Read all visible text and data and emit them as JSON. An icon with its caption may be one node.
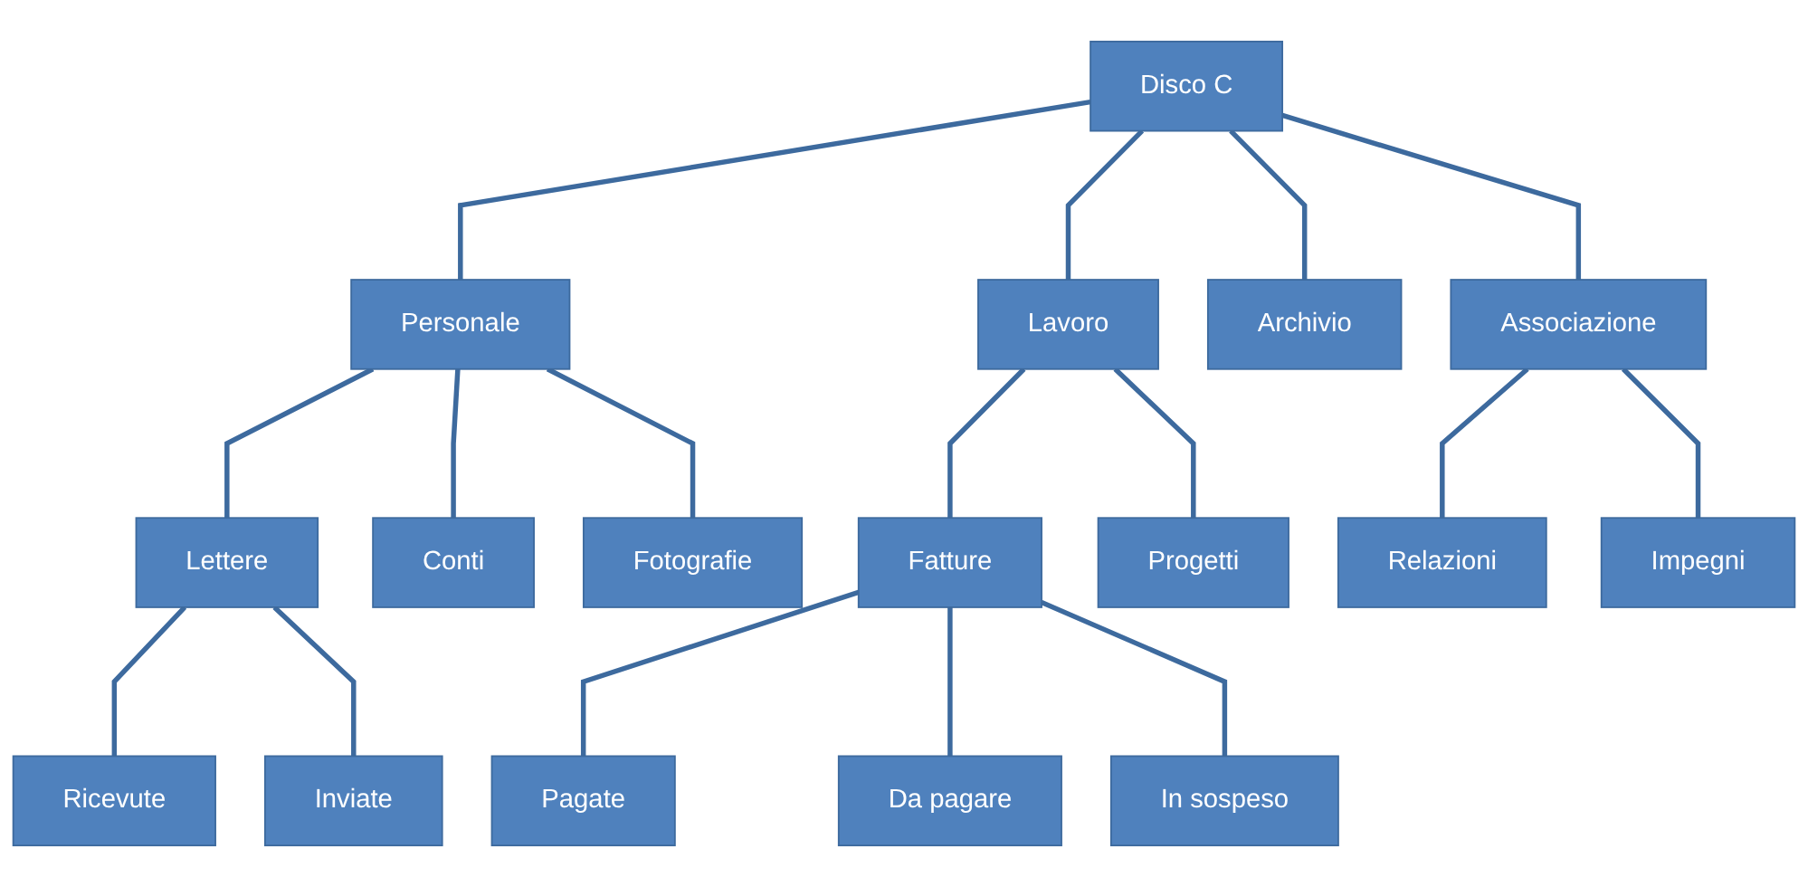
{
  "diagram": {
    "nodes": [
      {
        "text": [
          "Disco C"
        ]
      },
      {
        "text": [
          "Personale"
        ]
      },
      {
        "text": [
          "Lettere"
        ]
      },
      {
        "text": [
          "Ricevute"
        ]
      },
      {
        "text": [
          "Inviate"
        ]
      },
      {
        "text": [
          "Conti"
        ]
      },
      {
        "text": [
          "Fotografie"
        ]
      },
      {
        "text": [
          "Lavoro"
        ]
      },
      {
        "text": [
          "Fatture"
        ]
      },
      {
        "text": [
          "Pagate"
        ]
      },
      {
        "text": [
          "Da pagare"
        ]
      },
      {
        "text": [
          "In sospeso"
        ]
      },
      {
        "text": [
          "Progetti"
        ]
      },
      {
        "text": [
          "Archivio"
        ]
      },
      {
        "text": [
          "Associazione"
        ]
      },
      {
        "text": [
          "Relazioni"
        ]
      },
      {
        "text": [
          "Impegni"
        ]
      }
    ],
    "edges": [
      {
        "from": 0,
        "to": 1,
        "arrow": "none"
      },
      {
        "from": 1,
        "to": 2,
        "arrow": "none"
      },
      {
        "from": 2,
        "to": 3,
        "arrow": "none"
      },
      {
        "from": 2,
        "to": 4,
        "arrow": "none"
      },
      {
        "from": 1,
        "to": 5,
        "arrow": "none"
      },
      {
        "from": 1,
        "to": 6,
        "arrow": "none"
      },
      {
        "from": 0,
        "to": 7,
        "arrow": "none"
      },
      {
        "from": 7,
        "to": 8,
        "arrow": "none"
      },
      {
        "from": 8,
        "to": 9,
        "arrow": "none"
      },
      {
        "from": 8,
        "to": 10,
        "arrow": "none"
      },
      {
        "from": 8,
        "to": 11,
        "arrow": "none"
      },
      {
        "from": 7,
        "to": 12,
        "arrow": "none"
      },
      {
        "from": 0,
        "to": 13,
        "arrow": "none"
      },
      {
        "from": 0,
        "to": 14,
        "arrow": "none"
      },
      {
        "from": 14,
        "to": 15,
        "arrow": "none"
      },
      {
        "from": 14,
        "to": 16,
        "arrow": "none"
      }
    ]
  }
}
